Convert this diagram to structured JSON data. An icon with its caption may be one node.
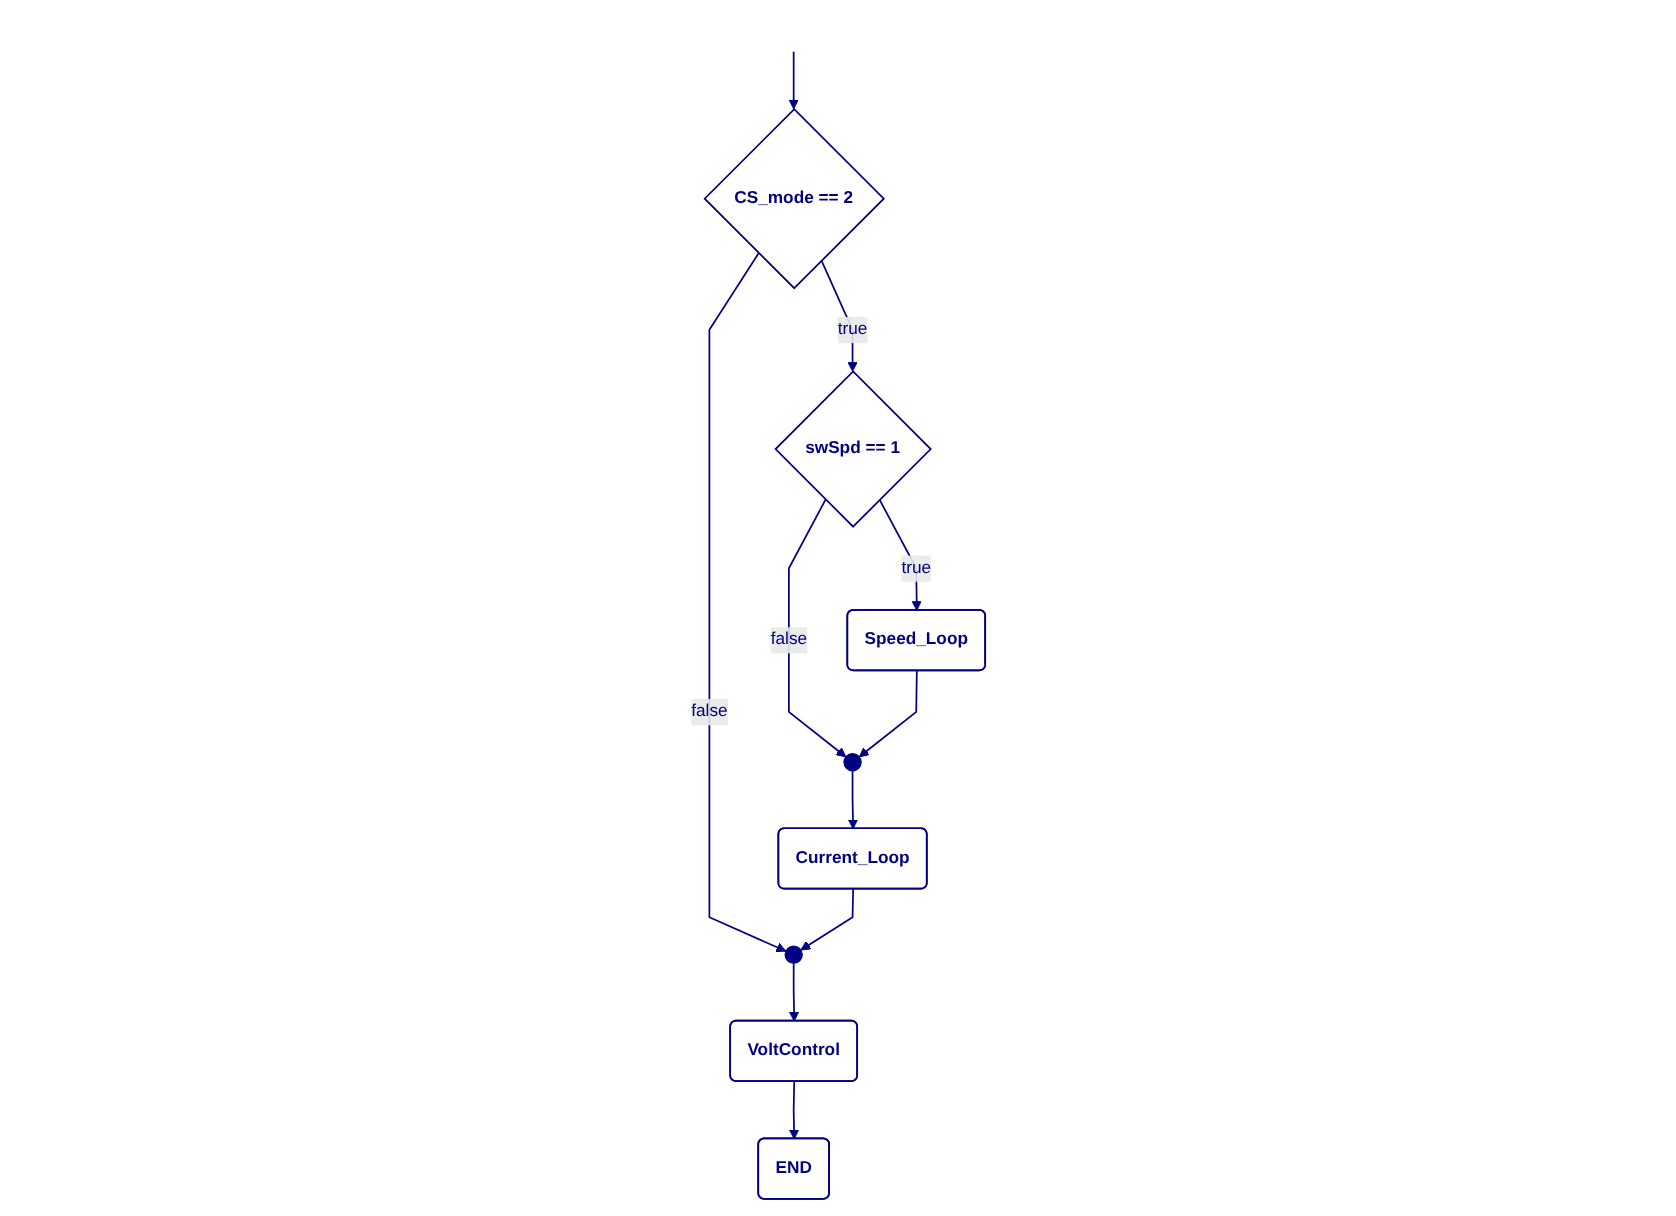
{
  "diagram": {
    "nodes": [
      {
        "text": [
          "CS_mode == 2"
        ]
      },
      {
        "text": [
          "swSpd == 1"
        ]
      },
      {
        "text": [
          "Speed_Loop"
        ]
      },
      {
        "text": [],
        "shape": "circle"
      },
      {
        "text": [
          "Current_Loop"
        ]
      },
      {
        "text": [],
        "shape": "circle"
      },
      {
        "text": [
          "VoltControl"
        ]
      },
      {
        "text": [
          "END"
        ]
      }
    ],
    "edges": [
      {
        "from": null,
        "to": 0,
        "arrow": "to"
      },
      {
        "from": 0,
        "to": 1,
        "label": "true",
        "arrow": "to"
      },
      {
        "from": 0,
        "to": 5,
        "label": "false",
        "arrow": "to"
      },
      {
        "from": 1,
        "to": 2,
        "label": "true",
        "arrow": "to"
      },
      {
        "from": 1,
        "to": 3,
        "label": "false",
        "arrow": "to"
      },
      {
        "from": 2,
        "to": 3,
        "arrow": "to"
      },
      {
        "from": 3,
        "to": 4,
        "arrow": "to"
      },
      {
        "from": 4,
        "to": 5,
        "arrow": "to"
      },
      {
        "from": 5,
        "to": 6,
        "arrow": "to"
      },
      {
        "from": 6,
        "to": 7,
        "arrow": "to"
      }
    ]
  }
}
